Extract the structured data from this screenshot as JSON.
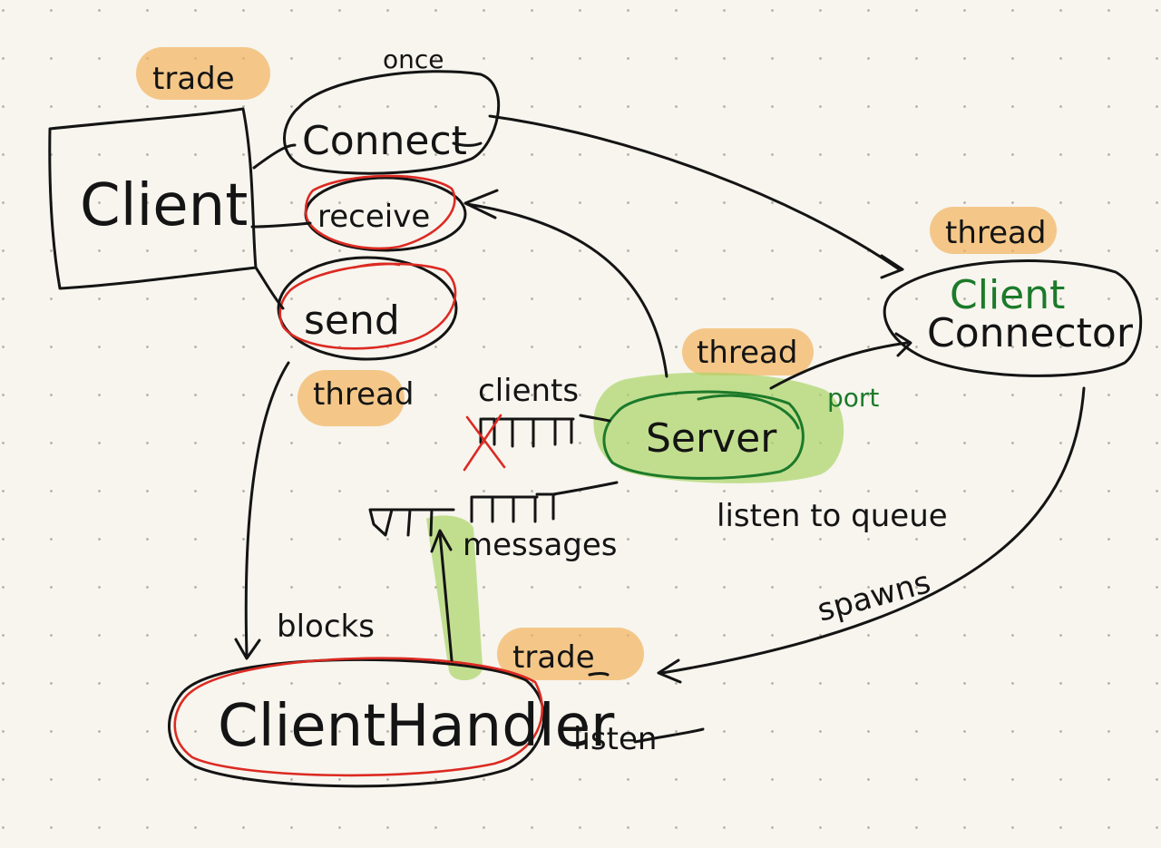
{
  "nodes": {
    "client": "Client",
    "connect": "Connect",
    "receive": "receive",
    "send": "send",
    "server": "Server",
    "client_connector_top": "Client",
    "client_connector_bottom": "Connector",
    "client_handler": "ClientHandler"
  },
  "labels": {
    "trade_client": "trade",
    "once": "once",
    "thread_send": "thread",
    "thread_connector": "thread",
    "thread_server": "thread",
    "trade_handler": "trade",
    "clients": "clients",
    "port": "port",
    "listen_to_queue": "listen to queue",
    "messages": "messages",
    "spawns": "spawns",
    "blocks": "blocks",
    "listen": "listen"
  },
  "colors": {
    "ink": "#141414",
    "highlight_orange": "#f2b35e",
    "highlight_green": "#a9d466",
    "red_marker": "#dc2a22",
    "green_pen": "#1c7a2a",
    "paper": "#f7f5ee"
  }
}
